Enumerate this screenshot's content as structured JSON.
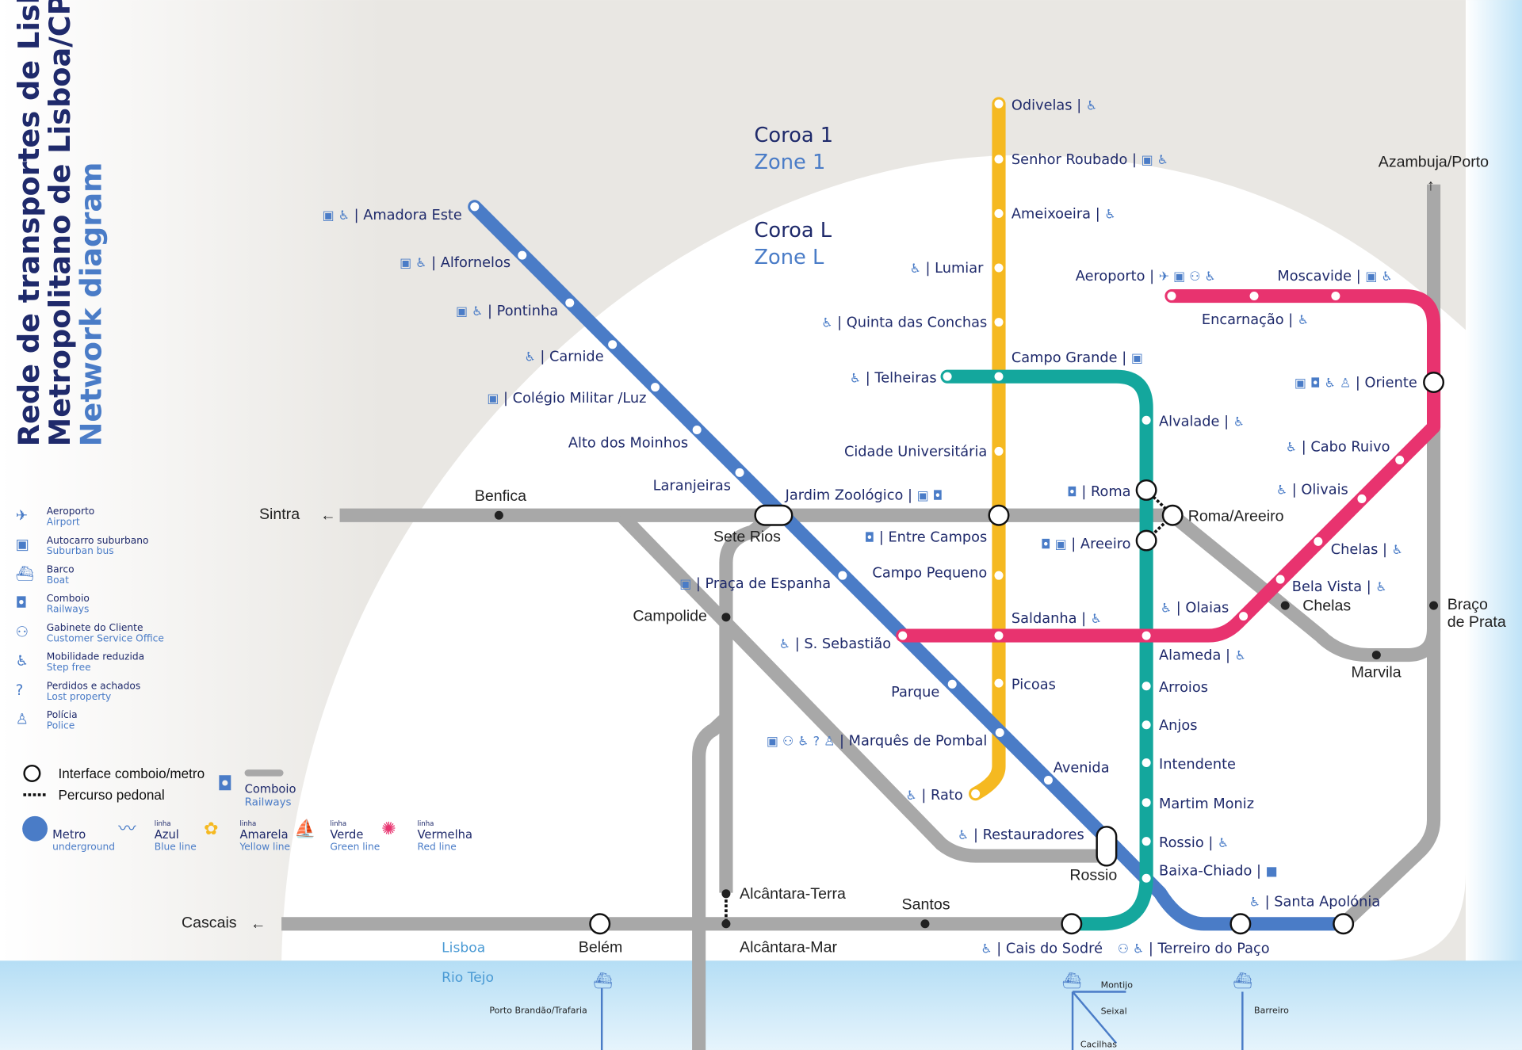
{
  "title": {
    "line1": "Rede de transportes de Lisboa",
    "line2": "Metropolitano de Lisboa/CP/TT",
    "line3": "Network diagram"
  },
  "zones": [
    {
      "pt": "Coroa 1",
      "en": "Zone 1"
    },
    {
      "pt": "Coroa L",
      "en": "Zone L"
    }
  ],
  "colors": {
    "blue": "#4a7cc7",
    "yellow": "#f5b921",
    "green": "#14a79d",
    "red": "#e8336f",
    "rail": "#a8a8a8",
    "navy": "#1f2a6b",
    "water": "#bfe3f7"
  },
  "icon_glyphs": {
    "bus": "▣",
    "wheelchair": "♿",
    "train": "◘",
    "airport": "✈",
    "service": "⚇",
    "police": "♙",
    "lost": "?"
  },
  "stations": [
    {
      "name": "Odivelas",
      "icons": [
        "wheelchair"
      ]
    },
    {
      "name": "Senhor Roubado",
      "icons": [
        "bus",
        "wheelchair"
      ]
    },
    {
      "name": "Ameixoeira",
      "icons": [
        "wheelchair"
      ]
    },
    {
      "name": "Lumiar",
      "icons": [
        "wheelchair"
      ]
    },
    {
      "name": "Quinta das Conchas",
      "icons": [
        "wheelchair"
      ]
    },
    {
      "name": "Telheiras",
      "icons": [
        "wheelchair"
      ]
    },
    {
      "name": "Campo Grande",
      "icons": [
        "bus"
      ]
    },
    {
      "name": "Cidade Universitária",
      "icons": []
    },
    {
      "name": "Jardim Zoológico",
      "icons": [
        "bus",
        "train"
      ]
    },
    {
      "name": "Entre Campos",
      "icons": [
        "train"
      ]
    },
    {
      "name": "Campo Pequeno",
      "icons": []
    },
    {
      "name": "Saldanha",
      "icons": [
        "wheelchair"
      ]
    },
    {
      "name": "Picoas",
      "icons": []
    },
    {
      "name": "Marquês de Pombal",
      "icons": [
        "bus",
        "service",
        "wheelchair",
        "lost",
        "police"
      ]
    },
    {
      "name": "Rato",
      "icons": [
        "wheelchair"
      ]
    },
    {
      "name": "Amadora Este",
      "icons": [
        "bus",
        "wheelchair"
      ]
    },
    {
      "name": "Alfornelos",
      "icons": [
        "bus",
        "wheelchair"
      ]
    },
    {
      "name": "Pontinha",
      "icons": [
        "bus",
        "wheelchair"
      ]
    },
    {
      "name": "Carnide",
      "icons": [
        "wheelchair"
      ]
    },
    {
      "name": "Colégio Militar /Luz",
      "icons": [
        "bus"
      ]
    },
    {
      "name": "Alto dos Moinhos",
      "icons": []
    },
    {
      "name": "Laranjeiras",
      "icons": []
    },
    {
      "name": "Praça de Espanha",
      "icons": [
        "bus"
      ]
    },
    {
      "name": "S. Sebastião",
      "icons": [
        "wheelchair"
      ]
    },
    {
      "name": "Parque",
      "icons": []
    },
    {
      "name": "Avenida",
      "icons": []
    },
    {
      "name": "Restauradores",
      "icons": [
        "wheelchair"
      ]
    },
    {
      "name": "Baixa-Chiado",
      "icons": [
        "metro"
      ]
    },
    {
      "name": "Terreiro do Paço",
      "icons": [
        "service",
        "wheelchair"
      ]
    },
    {
      "name": "Santa Apolónia",
      "icons": [
        "wheelchair"
      ]
    },
    {
      "name": "Alvalade",
      "icons": [
        "wheelchair"
      ]
    },
    {
      "name": "Roma",
      "icons": [
        "train"
      ]
    },
    {
      "name": "Areeiro",
      "icons": [
        "train",
        "bus"
      ]
    },
    {
      "name": "Alameda",
      "icons": [
        "wheelchair"
      ]
    },
    {
      "name": "Arroios",
      "icons": []
    },
    {
      "name": "Anjos",
      "icons": []
    },
    {
      "name": "Intendente",
      "icons": []
    },
    {
      "name": "Martim Moniz",
      "icons": []
    },
    {
      "name": "Rossio",
      "icons": [
        "wheelchair"
      ]
    },
    {
      "name": "Cais do Sodré",
      "icons": [
        "wheelchair"
      ]
    },
    {
      "name": "Aeroporto",
      "icons": [
        "airport",
        "bus",
        "service",
        "wheelchair"
      ]
    },
    {
      "name": "Moscavide",
      "icons": [
        "bus",
        "wheelchair"
      ]
    },
    {
      "name": "Encarnação",
      "icons": [
        "wheelchair"
      ]
    },
    {
      "name": "Oriente",
      "icons": [
        "bus",
        "train",
        "wheelchair",
        "police"
      ]
    },
    {
      "name": "Cabo Ruivo",
      "icons": [
        "wheelchair"
      ]
    },
    {
      "name": "Olivais",
      "icons": [
        "wheelchair"
      ]
    },
    {
      "name": "Chelas",
      "icons": [
        "wheelchair"
      ]
    },
    {
      "name": "Bela Vista",
      "icons": [
        "wheelchair"
      ]
    },
    {
      "name": "Olaias",
      "icons": [
        "wheelchair"
      ]
    }
  ],
  "rail_labels": [
    "Sintra",
    "Benfica",
    "Sete Rios",
    "Campolide",
    "Roma/Areeiro",
    "Chelas",
    "Marvila",
    "Braço",
    "de Prata",
    "Azambuja/Porto",
    "Cascais",
    "Belém",
    "Alcântara-Terra",
    "Alcântara-Mar",
    "Santos",
    "Rossio"
  ],
  "water": {
    "city": "Lisboa",
    "river": "Rio Tejo",
    "ferries": [
      "Porto Brandão/Trafaria",
      "Montijo",
      "Seixal",
      "Cacilhas",
      "Barreiro"
    ]
  },
  "legend": {
    "items": [
      {
        "icon": "airport",
        "pt": "Aeroporto",
        "en": "Airport"
      },
      {
        "icon": "bus",
        "pt": "Autocarro suburbano",
        "en": "Suburban bus"
      },
      {
        "icon": "boat",
        "pt": "Barco",
        "en": "Boat"
      },
      {
        "icon": "train",
        "pt": "Comboio",
        "en": "Railways"
      },
      {
        "icon": "service",
        "pt": "Gabinete do Cliente",
        "en": "Customer Service Office"
      },
      {
        "icon": "wheelchair",
        "pt": "Mobilidade reduzida",
        "en": "Step free"
      },
      {
        "icon": "lost",
        "pt": "Perdidos e achados",
        "en": "Lost property"
      },
      {
        "icon": "police",
        "pt": "Polícia",
        "en": "Police"
      }
    ],
    "interface": "Interface comboio/metro",
    "walk": "Percurso pedonal",
    "rail": {
      "pt": "Comboio",
      "en": "Railways"
    },
    "metro": {
      "pt": "Metro",
      "en": "underground"
    },
    "linha": "linha",
    "lines": [
      {
        "pt": "Azul",
        "en": "Blue line"
      },
      {
        "pt": "Amarela",
        "en": "Yellow line"
      },
      {
        "pt": "Verde",
        "en": "Green line"
      },
      {
        "pt": "Vermelha",
        "en": "Red line"
      }
    ]
  }
}
